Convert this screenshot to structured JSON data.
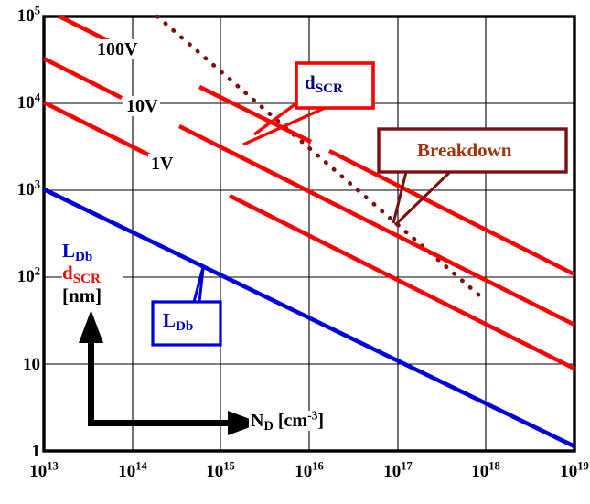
{
  "figure": {
    "kind": "log-log-plot",
    "background": "#ffffff"
  },
  "chart_data": {
    "type": "line",
    "title": "",
    "subtitle": "",
    "xlabel": "N_D [cm^-3]",
    "ylabel": "L_Db , d_SCR [nm]",
    "xscale": "log",
    "yscale": "log",
    "xlim": [
      10000000000000.0,
      1e+19
    ],
    "ylim": [
      1,
      100000
    ],
    "grid": true,
    "grid_color": "#000000",
    "legend_position": "inline-annotations",
    "xticklabels": [
      "10^13",
      "10^14",
      "10^15",
      "10^16",
      "10^17",
      "10^18",
      "10^19"
    ],
    "yticklabels": [
      "1",
      "10",
      "10^2",
      "10^3",
      "10^4",
      "10^5"
    ],
    "xticks": [
      10000000000000.0,
      100000000000000.0,
      1000000000000000.0,
      1e+16,
      1e+17,
      1e+18,
      1e+19
    ],
    "yticks": [
      1,
      10,
      100,
      1000,
      10000,
      100000
    ],
    "series": [
      {
        "name": "d_SCR at 100V",
        "label": "100V",
        "color": "#FF0000",
        "style": "solid",
        "width": 4,
        "x": [
          10000000000000.0,
          1e+19
        ],
        "y": [
          115000,
          115
        ],
        "slope_per_decade": -0.5,
        "note": "red line, topmost; exits top of axes near 1.2e13"
      },
      {
        "name": "d_SCR at 10V",
        "label": "10V",
        "color": "#FF0000",
        "style": "solid",
        "width": 4,
        "x": [
          10000000000000.0,
          1e+19
        ],
        "y": [
          36000,
          36
        ],
        "slope_per_decade": -0.5
      },
      {
        "name": "d_SCR at 1V",
        "label": "1V",
        "color": "#FF0000",
        "style": "solid",
        "width": 4,
        "x": [
          10000000000000.0,
          1e+19
        ],
        "y": [
          11500,
          11.5
        ],
        "slope_per_decade": -0.5
      },
      {
        "name": "L_Db",
        "label": "L_Db",
        "color": "#0000DD",
        "style": "solid",
        "width": 4,
        "x": [
          10000000000000.0,
          1e+19
        ],
        "y": [
          1000,
          1.0
        ],
        "slope_per_decade": -0.5
      },
      {
        "name": "Breakdown",
        "label": "Breakdown",
        "color": "#7B1010",
        "style": "dotted",
        "width": 4,
        "x": [
          130000000000000.0,
          1e+18
        ],
        "y": [
          100000,
          63
        ],
        "slope_per_decade": -0.8,
        "note": "dark maroon dotted boundary; steeper than the d_SCR family"
      }
    ],
    "series_labels": [
      {
        "text": "100V",
        "x": 145000000000000.0,
        "y": 30000
      },
      {
        "text": "10V",
        "x": 2200000000000000.0,
        "y": 9500
      },
      {
        "text": "1V",
        "x": 3000000000000000.0,
        "y": 2400
      }
    ],
    "annotations": [
      {
        "name": "d-scr-callout",
        "text": "d_SCR",
        "text_color": "#000080",
        "box_border_color": "#FF0000",
        "box_fill": "#ffffff",
        "leader_targets": 2,
        "points_to": "the family of three red d_SCR lines"
      },
      {
        "name": "breakdown-callout",
        "text": "Breakdown",
        "text_color": "#A0330A",
        "box_border_color": "#7B1010",
        "box_fill": "#ffffff",
        "leader_targets": 2,
        "points_to": "intersection region of the dotted breakdown curve near 1e17"
      },
      {
        "name": "ldb-callout",
        "text": "L_Db",
        "text_color": "#0000CC",
        "box_border_color": "#0000DD",
        "box_fill": "#ffffff",
        "leader_targets": 1,
        "points_to": "the blue Debye length line near 8e14"
      }
    ]
  },
  "axis_labels": {
    "y_stack": {
      "line1_base": "L",
      "line1_sub": "Db",
      "line1_color": "#0000CC",
      "line2_base": "d",
      "line2_sub": "SCR",
      "line2_color": "#FF0000",
      "line3": "[nm]",
      "line3_color": "#000000"
    },
    "x": {
      "base": "N",
      "sub": "D",
      "unit_open": "[cm",
      "unit_exp": "-3",
      "unit_close": "]"
    }
  },
  "y_ticks": [
    {
      "label_base": "10",
      "label_exp": "5",
      "y": 18
    },
    {
      "label_base": "10",
      "label_exp": "4",
      "y": 113
    },
    {
      "label_base": "10",
      "label_exp": "3",
      "y": 208
    },
    {
      "label_base": "10",
      "label_exp": "2",
      "y": 303
    },
    {
      "label_base": "10",
      "label_exp": "",
      "y": 398
    },
    {
      "label_base": "1",
      "label_exp": "",
      "y": 493
    }
  ],
  "x_ticks": [
    {
      "label_base": "10",
      "label_exp": "13",
      "x": 48
    },
    {
      "label_base": "10",
      "label_exp": "14",
      "x": 145
    },
    {
      "label_base": "10",
      "label_exp": "15",
      "x": 241
    },
    {
      "label_base": "10",
      "label_exp": "16",
      "x": 338
    },
    {
      "label_base": "10",
      "label_exp": "17",
      "x": 435
    },
    {
      "label_base": "10",
      "label_exp": "18",
      "x": 531
    },
    {
      "label_base": "10",
      "label_exp": "19",
      "x": 628
    }
  ],
  "series_labels": {
    "v100": "100V",
    "v10": "10V",
    "v1": "1V"
  },
  "callouts": {
    "dscr": {
      "base": "d",
      "sub": "SCR"
    },
    "breakdown": {
      "text": "Breakdown"
    },
    "ldb": {
      "base": "L",
      "sub": "Db"
    }
  },
  "colors": {
    "red": "#FF0000",
    "blue": "#0000DD",
    "maroon": "#7B1010",
    "rust": "#A0330A",
    "navy": "#000080",
    "axis": "#000000",
    "grid": "#000000"
  }
}
